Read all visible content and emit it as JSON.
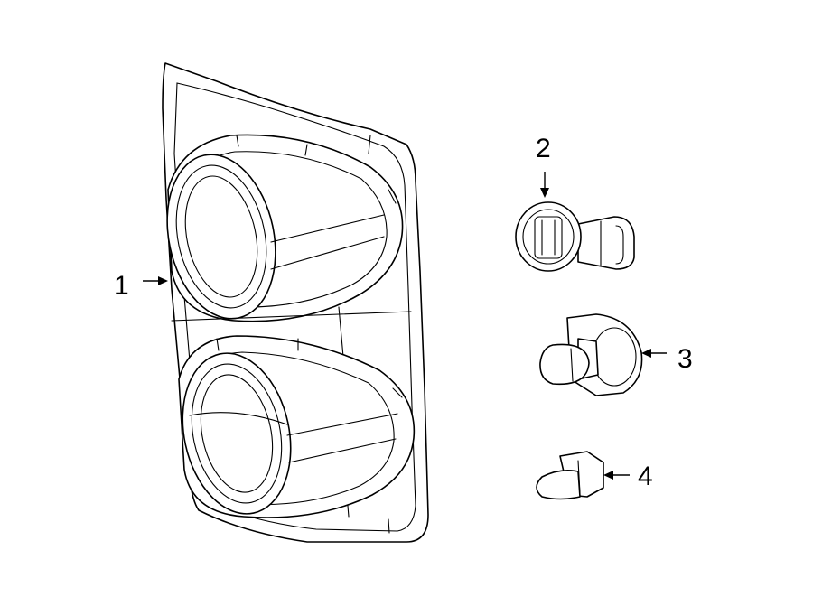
{
  "callouts": [
    {
      "number": "1",
      "part": "tail-lamp-assembly"
    },
    {
      "number": "2",
      "part": "bulb-socket"
    },
    {
      "number": "3",
      "part": "stop-tail-bulb-socket"
    },
    {
      "number": "4",
      "part": "bulb"
    }
  ],
  "colors": {
    "stroke": "#000000",
    "background": "#ffffff"
  }
}
